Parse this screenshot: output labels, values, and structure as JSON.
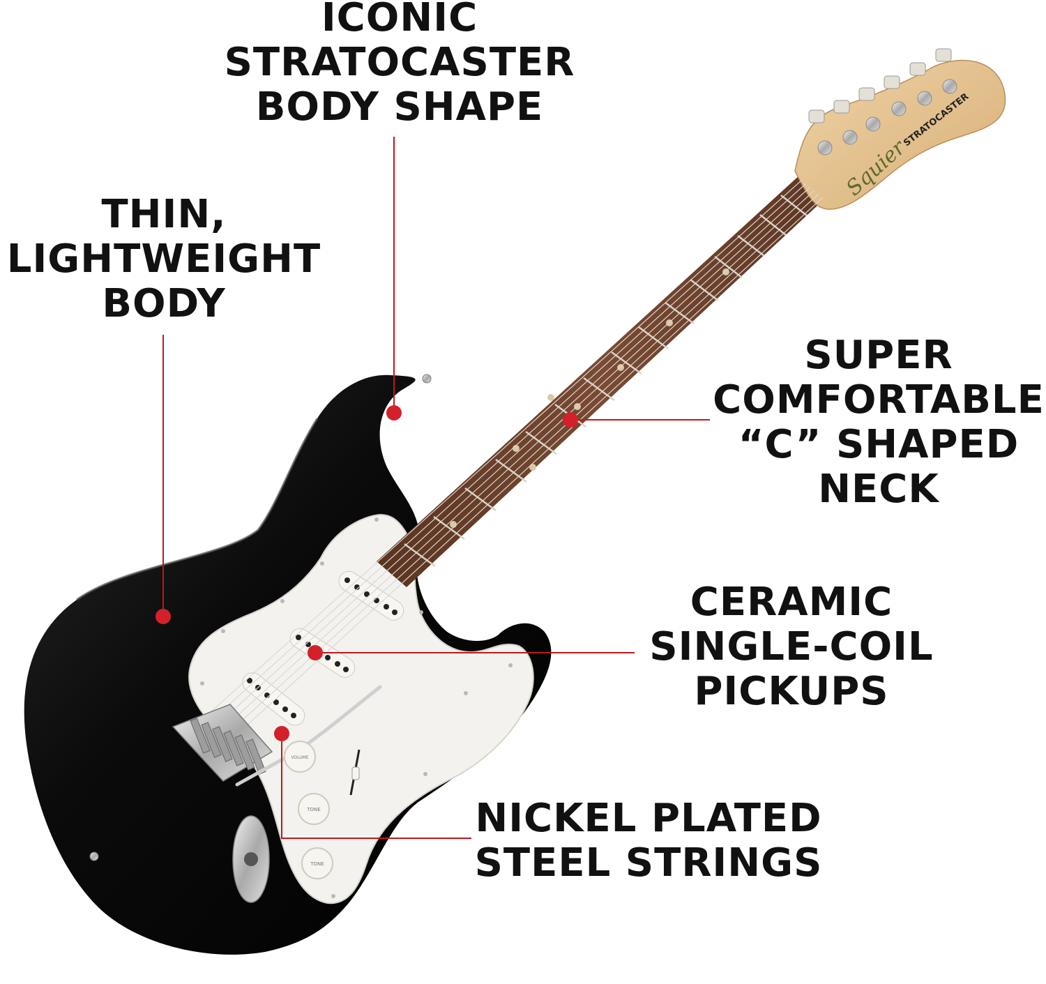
{
  "callouts": {
    "body_shape": [
      "ICONIC",
      "STRATOCASTER",
      "BODY SHAPE"
    ],
    "thin_body": [
      "THIN,",
      "LIGHTWEIGHT",
      "BODY"
    ],
    "neck": [
      "SUPER",
      "COMFORTABLE",
      "“C” SHAPED",
      "NECK"
    ],
    "pickups": [
      "CERAMIC",
      "SINGLE-COIL",
      "PICKUPS"
    ],
    "strings": [
      "NICKEL PLATED",
      "STEEL STRINGS"
    ]
  },
  "headstock": {
    "brand": "Squier",
    "model": "STRATOCASTER"
  },
  "knobs": {
    "volume": "VOLUME",
    "tone1": "TONE",
    "tone2": "TONE"
  },
  "colors": {
    "callout_line": "#c0171b",
    "body": "#0a0a0a",
    "pickguard": "#f4f2ee",
    "fretboard": "#6b3f2a",
    "headstock": "#e3c08e",
    "chrome": "#c8c8c8"
  }
}
